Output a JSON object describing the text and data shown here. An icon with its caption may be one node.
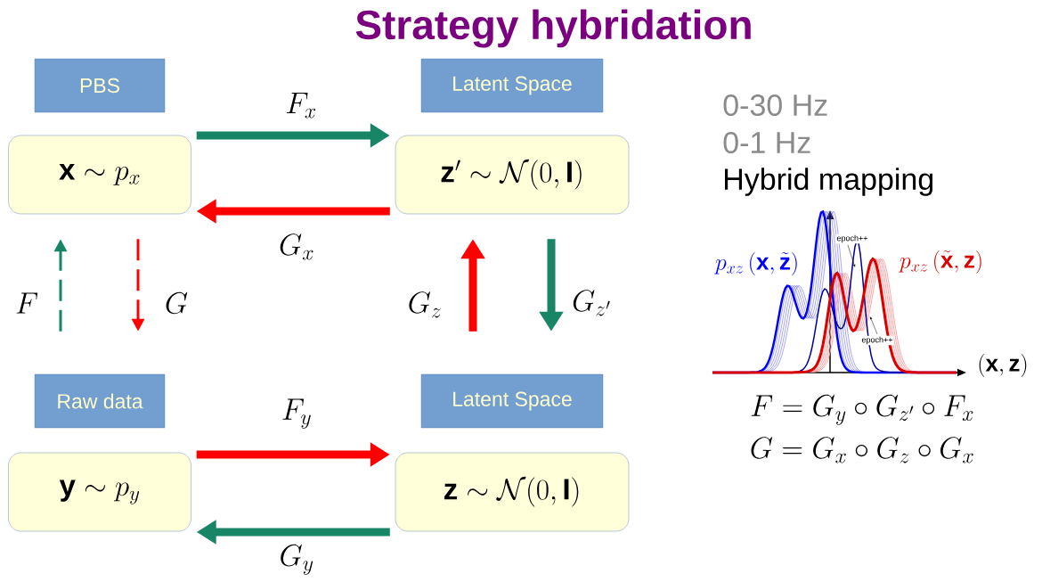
{
  "diagram": {
    "title": "Strategy hybridation",
    "nodes": [
      {
        "text": [
          "PBS"
        ]
      },
      {
        "text": [
          "\\mathbf{x} \\sim p_x"
        ]
      },
      {
        "text": [
          "Latent Space"
        ]
      },
      {
        "text": [
          "\\mathbf{z}' \\sim \\mathcal{N}(0, \\mathbf{I})"
        ]
      },
      {
        "text": [
          "Raw data"
        ]
      },
      {
        "text": [
          "\\mathbf{y} \\sim p_y"
        ]
      },
      {
        "text": [
          "Latent Space"
        ]
      },
      {
        "text": [
          "\\mathbf{z} \\sim \\mathcal{N}(0, \\mathbf{I})"
        ]
      }
    ],
    "edges": [
      {
        "from": 1,
        "to": 3,
        "arrow": "to",
        "label": "F_x",
        "color": "#178566"
      },
      {
        "from": 3,
        "to": 1,
        "arrow": "to",
        "label": "G_x",
        "color": "#ff0000"
      },
      {
        "from": 4,
        "to": 1,
        "arrow": "to",
        "label": "F",
        "style": "dashed",
        "color": "#178566"
      },
      {
        "from": 1,
        "to": 4,
        "arrow": "to",
        "label": "G",
        "style": "dashed",
        "color": "#ff0000"
      },
      {
        "from": 6,
        "to": 3,
        "arrow": "to",
        "label": "G_z",
        "color": "#ff0000"
      },
      {
        "from": 3,
        "to": 6,
        "arrow": "to",
        "label": "G_{z'}",
        "color": "#178566"
      },
      {
        "from": 5,
        "to": 7,
        "arrow": "to",
        "label": "F_y",
        "color": "#ff0000"
      },
      {
        "from": 7,
        "to": 5,
        "arrow": "to",
        "label": "G_y",
        "color": "#178566"
      }
    ],
    "labels": [
      "0-30 Hz",
      "0-1 Hz",
      "Hybrid mapping",
      "p_{xz}\\left(\\mathbf{x}, \\tilde{\\mathbf{z}}\\right)",
      "epoch++",
      "p_{xz}\\left(\\tilde{\\mathbf{x}}, \\mathbf{z}\\right)",
      "epoch++",
      "(\\mathbf{x}, \\mathbf{z})",
      "F = G_y \\circ G_{z'} \\circ F_x",
      "G = G_x \\circ G_z \\circ G_x"
    ]
  }
}
